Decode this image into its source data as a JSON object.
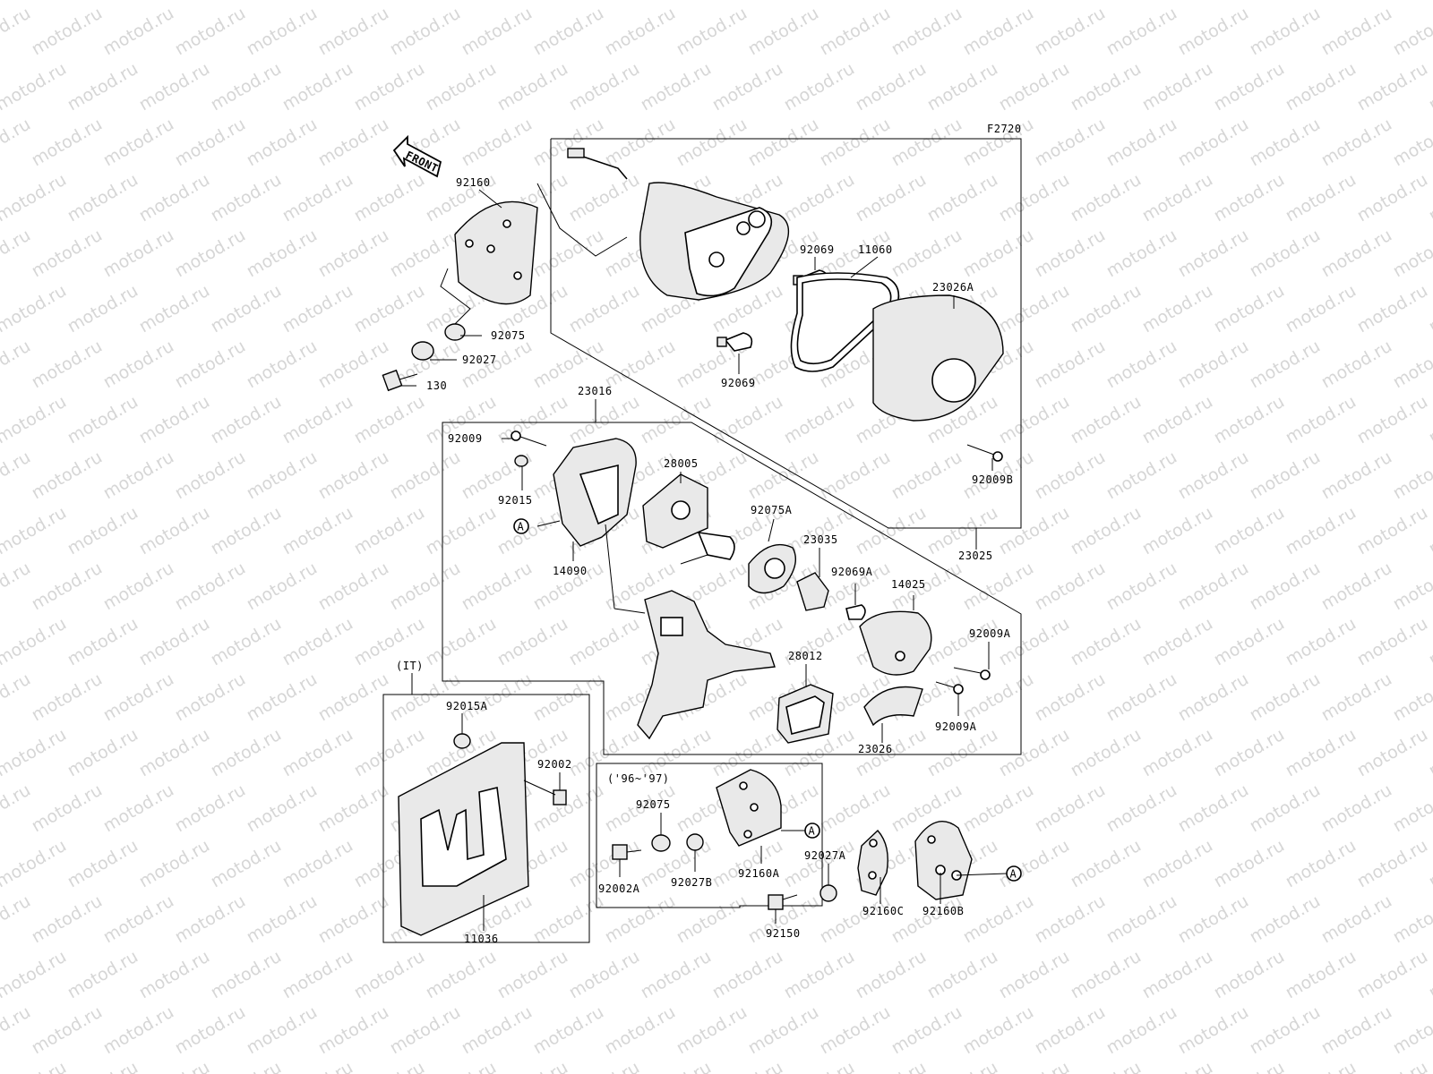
{
  "watermark": "motod.ru",
  "figure_code": "F2720",
  "front_label": "FRONT",
  "notes": {
    "it": "(IT)",
    "years": "('96~'97)"
  },
  "ref_marker": "A",
  "parts": {
    "p92160": "92160",
    "p92075": "92075",
    "p92027": "92027",
    "p130": "130",
    "p92069a": "92069",
    "p11060": "11060",
    "p23026a": "23026A",
    "p92069b": "92069",
    "p92009b": "92009B",
    "p23016": "23016",
    "p92009": "92009",
    "p28005": "28005",
    "p92015": "92015",
    "p92075a": "92075A",
    "p23035": "23035",
    "p14090": "14090",
    "p92069c": "92069A",
    "p14025": "14025",
    "p23025": "23025",
    "p92009a1": "92009A",
    "p28012": "28012",
    "p92009a2": "92009A",
    "p23026": "23026",
    "p92015a": "92015A",
    "p92002": "92002",
    "p11036": "11036",
    "p92075b": "92075",
    "p92002a": "92002A",
    "p92027b": "92027B",
    "p92160a": "92160A",
    "p92027a": "92027A",
    "p92150": "92150",
    "p92160c": "92160C",
    "p92160b": "92160B"
  }
}
